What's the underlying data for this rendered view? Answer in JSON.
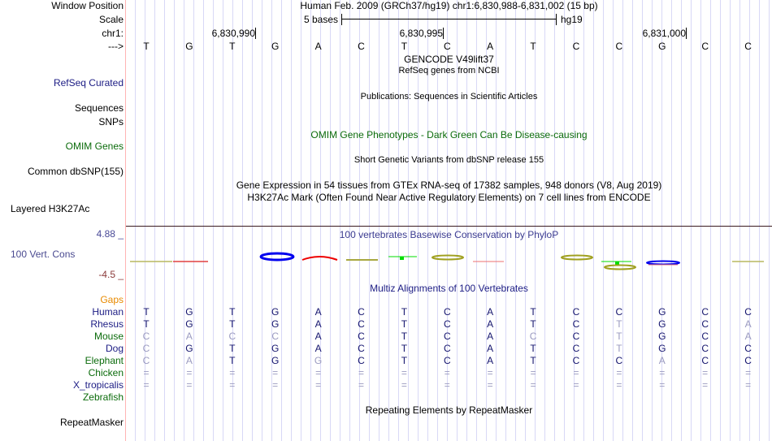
{
  "header": {
    "labels": {
      "window_position": "Window Position",
      "scale": "Scale",
      "chr": "chr1:",
      "strand": "--->"
    },
    "title": "Human Feb. 2009 (GRCh37/hg19)   chr1:6,830,988-6,831,002 (15 bp)",
    "scale_label": "5 bases",
    "assembly": "hg19",
    "coords": [
      "6,830,990",
      "6,830,995",
      "6,831,000"
    ]
  },
  "reference_sequence": "TGTGACTCATCCGCC",
  "tracks": {
    "gencode_title": "GENCODE V49lift37",
    "refseq_title": "RefSeq genes from NCBI",
    "refseq_label": "RefSeq Curated",
    "publications_title": "Publications: Sequences in Scientific Articles",
    "sequences_label": "Sequences",
    "snps_label": "SNPs",
    "omim_title": "OMIM Gene Phenotypes - Dark Green Can Be Disease-causing",
    "omim_label": "OMIM Genes",
    "dbsnp_title": "Short Genetic Variants from dbSNP release 155",
    "dbsnp_label": "Common dbSNP(155)",
    "gtex_title": "Gene Expression in 54 tissues from GTEx RNA-seq of 17382 samples, 948 donors (V8, Aug 2019)",
    "h3k27ac_title": "H3K27Ac Mark (Often Found Near Active Regulatory Elements) on 7 cell lines from ENCODE",
    "h3k27ac_label": "Layered H3K27Ac",
    "phylop_title": "100 vertebrates Basewise Conservation by PhyloP",
    "phylop_label": "100 Vert. Cons",
    "phylop_max": "4.88 _",
    "phylop_min": "-4.5 _",
    "multiz_title": "Multiz Alignments of 100 Vertebrates",
    "gaps_label": "Gaps",
    "repeat_title": "Repeating Elements by RepeatMasker",
    "repeat_label": "RepeatMasker"
  },
  "alignment": [
    {
      "species": "Human",
      "seq": "TGTGACTCATCCGCC",
      "color": "#1c1c84"
    },
    {
      "species": "Rhesus",
      "seq": "TGTGACTCATCTGCA",
      "color": "#1c1c84"
    },
    {
      "species": "Mouse",
      "seq": "CACCACTCACCTGCA",
      "color": "#0b6b0b"
    },
    {
      "species": "Dog",
      "seq": "CGTGACTCATCTGCC",
      "color": "#1c1c84"
    },
    {
      "species": "Elephant",
      "seq": "CATGGCTCATCCACC",
      "color": "#0b6b0b"
    },
    {
      "species": "Chicken",
      "seq": "===============",
      "color": "#0b6b0b"
    },
    {
      "species": "X_tropicalis",
      "seq": "===============",
      "color": "#1c1c84"
    },
    {
      "species": "Zebrafish",
      "seq": "",
      "color": "#0b6b0b"
    }
  ]
}
